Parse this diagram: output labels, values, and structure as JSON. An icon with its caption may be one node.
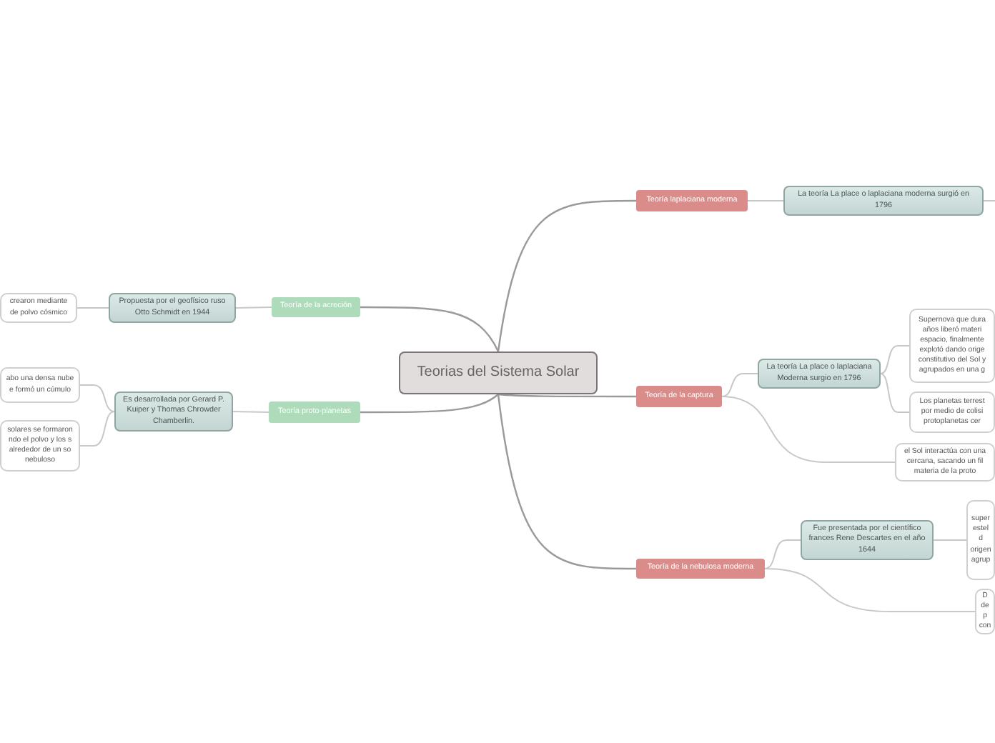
{
  "diagram": {
    "nodes": [
      {
        "text": [
          "Teorias del Sistema Solar"
        ]
      },
      {
        "text": [
          "Teoría laplaciana moderna"
        ]
      },
      {
        "text": [
          "La teoría La place o laplaciana moderna surgió  en 1796"
        ]
      },
      {
        "text": [
          "Teoría de la captura"
        ]
      },
      {
        "text": [
          "La teoría La place o laplaciana Moderna surgio en 1796"
        ]
      },
      {
        "text": [
          "Supernova que dura años liberó materi espacio, finalmente explotó dando orige constitutivo del Sol y agrupados en una g"
        ]
      },
      {
        "text": [
          "Los planetas terrest por medio de colisi protoplanetas cer"
        ]
      },
      {
        "text": [
          "el Sol interactúa con una cercana, sacando un fil materia de la proto"
        ]
      },
      {
        "text": [
          "Teoría de la nebulosa moderna"
        ]
      },
      {
        "text": [
          "Fue presentada por el científico frances Rene Descartes en el año 1644"
        ]
      },
      {
        "text": [
          "super estel d origen agrup"
        ]
      },
      {
        "text": [
          "D de p con"
        ]
      },
      {
        "text": [
          "Teoría de la acreción"
        ]
      },
      {
        "text": [
          "Propuesta por el geofísico ruso Otto Schmidt en 1944"
        ]
      },
      {
        "text": [
          "crearon mediante de polvo cósmico"
        ]
      },
      {
        "text": [
          "Teoría proto-planetas"
        ]
      },
      {
        "text": [
          "Es desarrollada por Gerard P. Kuiper y Thomas Chrowder Chamberlin."
        ]
      },
      {
        "text": [
          "abo una densa nube e formó un cúmulo"
        ]
      },
      {
        "text": [
          "solares se formaron ndo el polvo y los s alrededor de un so nebuloso"
        ]
      }
    ],
    "edges": [
      {
        "from": 0,
        "to": 1,
        "arrow": "none"
      },
      {
        "from": 1,
        "to": 2,
        "arrow": "none"
      },
      {
        "from": 2,
        "to": null,
        "arrow": "none"
      },
      {
        "from": 0,
        "to": 3,
        "arrow": "none"
      },
      {
        "from": 3,
        "to": 4,
        "arrow": "none"
      },
      {
        "from": 4,
        "to": 5,
        "arrow": "none"
      },
      {
        "from": 4,
        "to": 6,
        "arrow": "none"
      },
      {
        "from": 3,
        "to": 7,
        "arrow": "none"
      },
      {
        "from": 0,
        "to": 8,
        "arrow": "none"
      },
      {
        "from": 8,
        "to": 9,
        "arrow": "none"
      },
      {
        "from": 9,
        "to": 10,
        "arrow": "none"
      },
      {
        "from": 8,
        "to": 11,
        "arrow": "none"
      },
      {
        "from": 0,
        "to": 12,
        "arrow": "none"
      },
      {
        "from": 12,
        "to": 13,
        "arrow": "none"
      },
      {
        "from": 13,
        "to": 14,
        "arrow": "none"
      },
      {
        "from": 0,
        "to": 15,
        "arrow": "none"
      },
      {
        "from": 15,
        "to": 16,
        "arrow": "none"
      },
      {
        "from": 16,
        "to": 17,
        "arrow": "none"
      },
      {
        "from": 16,
        "to": 18,
        "arrow": "none"
      }
    ]
  }
}
